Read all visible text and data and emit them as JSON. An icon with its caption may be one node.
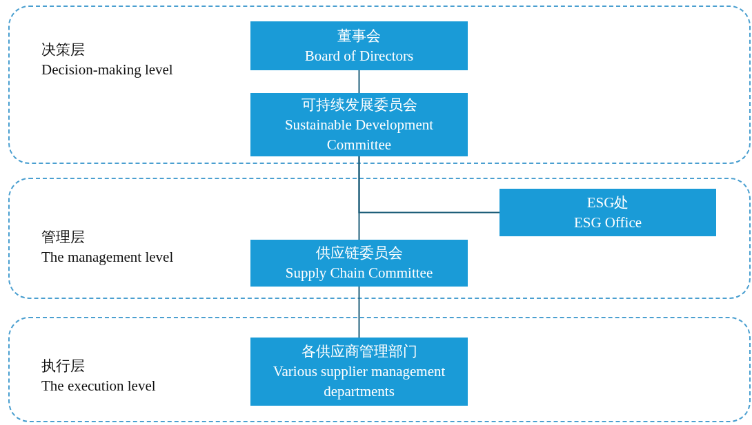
{
  "diagram": {
    "nodes": [
      {
        "text": [
          "决策层",
          "Decision-making level"
        ]
      },
      {
        "text": [
          "董事会",
          "Board of Directors"
        ],
        "in": 0
      },
      {
        "text": [
          "可持续发展委员会",
          "Sustainable Development Committee"
        ],
        "in": 0
      },
      {
        "text": [
          "管理层",
          "The management level"
        ]
      },
      {
        "text": [
          "ESG处",
          "ESG Office"
        ],
        "in": 3
      },
      {
        "text": [
          "供应链委员会",
          "Supply Chain Committee"
        ],
        "in": 3
      },
      {
        "text": [
          "执行层",
          "The execution level"
        ]
      },
      {
        "text": [
          "各供应商管理部门",
          "Various supplier management departments"
        ],
        "in": 6
      }
    ],
    "edges": [
      {
        "from": 1,
        "to": 2,
        "arrow": "none"
      },
      {
        "from": 2,
        "to": 4,
        "arrow": "none"
      },
      {
        "from": 2,
        "to": 5,
        "arrow": "none"
      },
      {
        "from": 5,
        "to": 7,
        "arrow": "none"
      }
    ]
  }
}
